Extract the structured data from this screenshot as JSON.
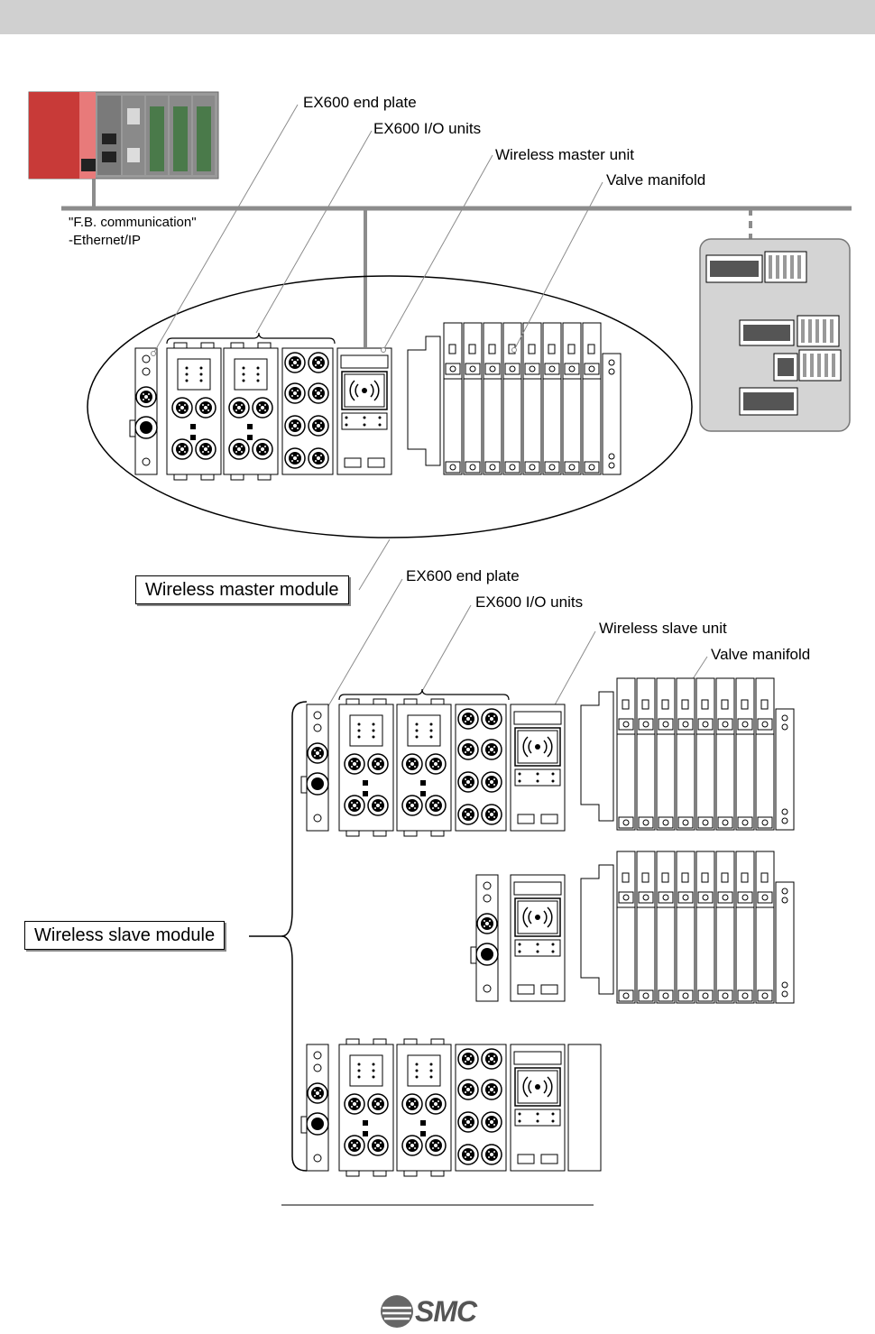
{
  "header": {
    "bar_color": "#d0d0d0"
  },
  "network": {
    "label_line1": "\"F.B. communication\"",
    "label_line2": "-Ethernet/IP"
  },
  "master": {
    "end_plate": "EX600 end plate",
    "io_units": "EX600 I/O units",
    "wireless_unit": "Wireless master unit",
    "valve_manifold": "Valve manifold",
    "module_label": "Wireless master module"
  },
  "slave": {
    "end_plate": "EX600 end plate",
    "io_units": "EX600 I/O units",
    "wireless_unit": "Wireless slave unit",
    "valve_manifold": "Valve manifold",
    "module_label": "Wireless slave module"
  },
  "footer": {
    "logo_text": "SMC"
  },
  "colors": {
    "plc_red": "#c83a38",
    "plc_gray": "#8a8a8a",
    "remote_panel": "#d4d4d4",
    "line": "#8c8c8c"
  }
}
